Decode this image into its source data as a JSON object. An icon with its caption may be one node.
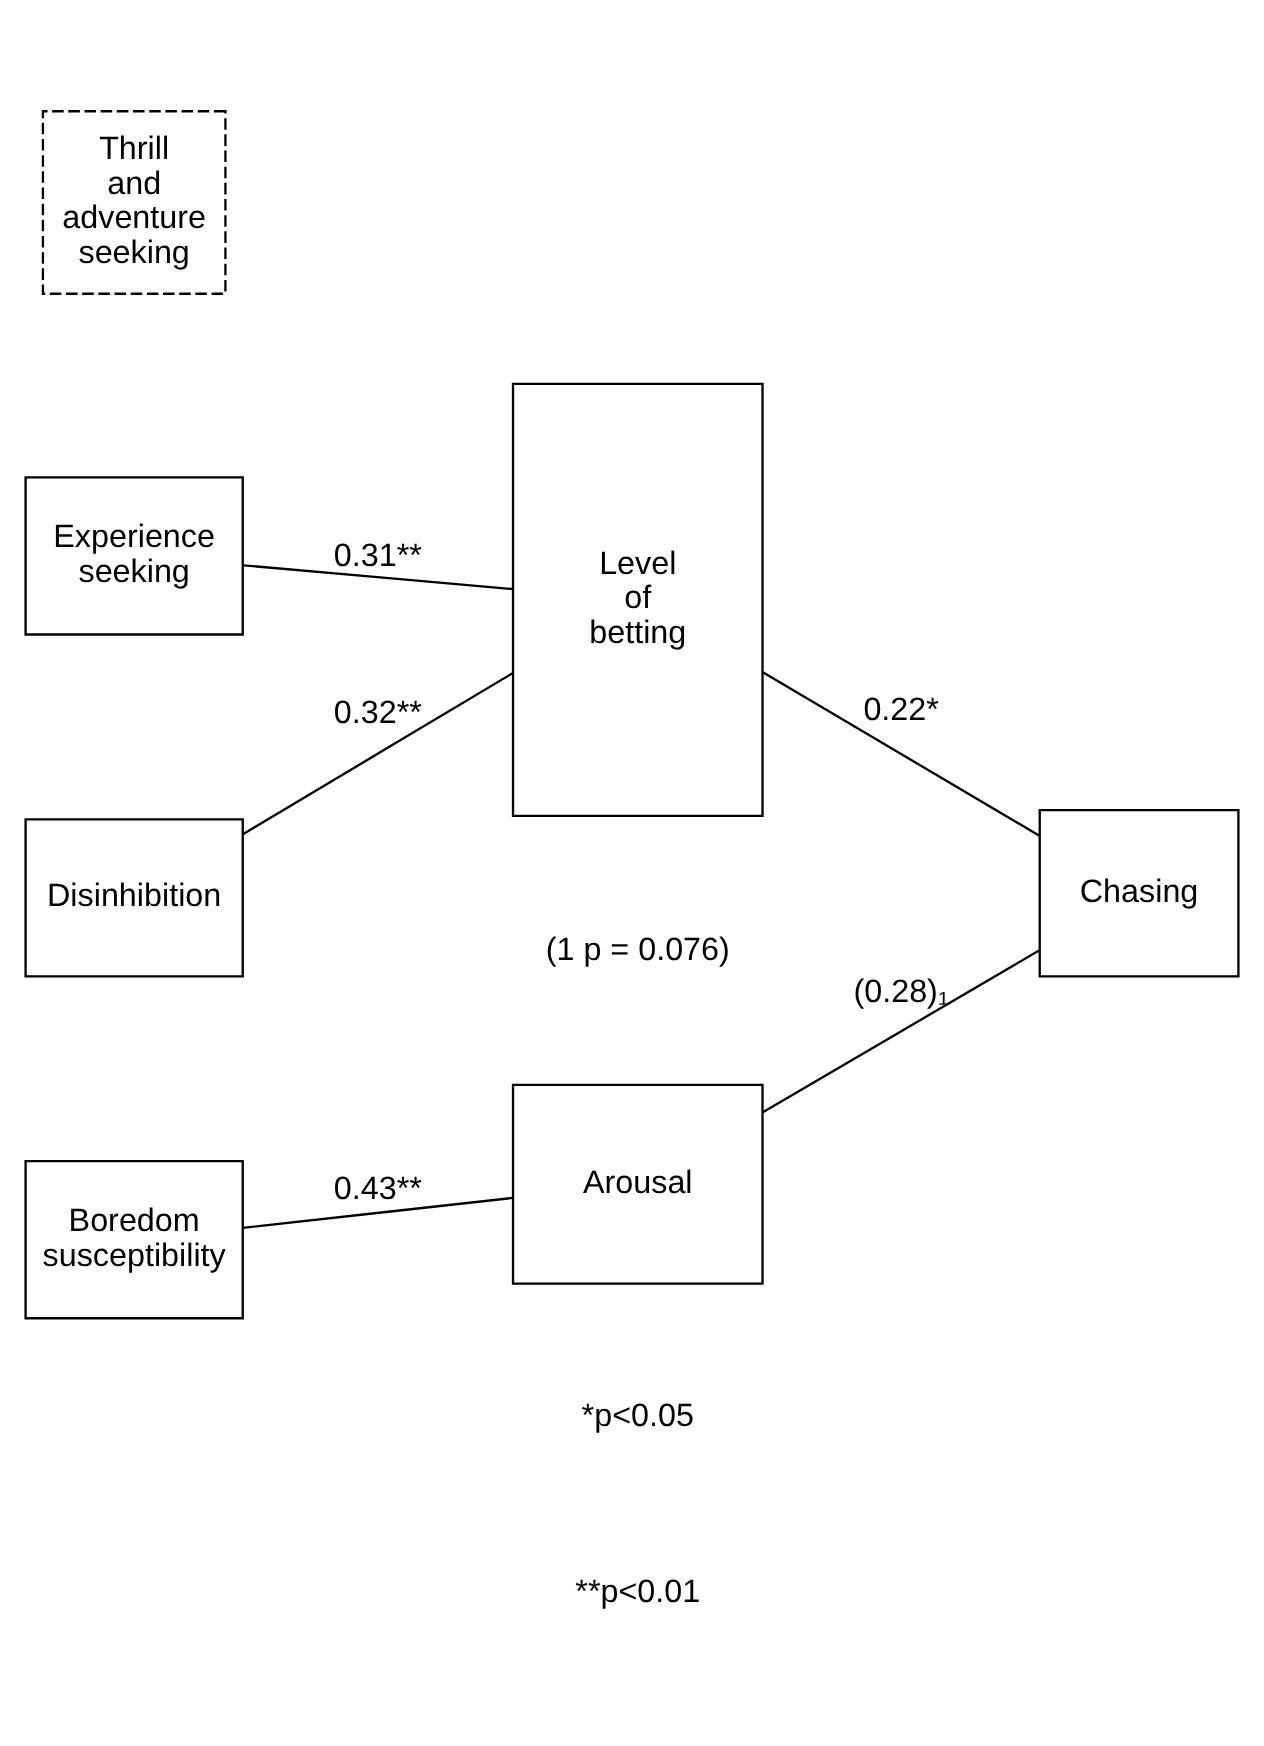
{
  "diagram": {
    "nodes": [
      {
        "text": [
          "Thrill and adventure seeking"
        ]
      },
      {
        "text": [
          "Experience seeking"
        ]
      },
      {
        "text": [
          "Disinhibition"
        ]
      },
      {
        "text": [
          "Level of betting"
        ]
      },
      {
        "text": [
          "Chasing"
        ]
      },
      {
        "text": [
          "Boredom susceptibility"
        ]
      },
      {
        "text": [
          "Arousal"
        ]
      }
    ],
    "edges": [
      {
        "from": 1,
        "to": 3,
        "arrow": "none",
        "label": "0.31**"
      },
      {
        "from": 2,
        "to": 3,
        "arrow": "none",
        "label": "0.32**"
      },
      {
        "from": 3,
        "to": 4,
        "arrow": "none",
        "label": "0.22*"
      },
      {
        "from": 5,
        "to": 6,
        "arrow": "none",
        "label": "0.43**"
      },
      {
        "from": 6,
        "to": 4,
        "arrow": "none",
        "label": "(0.28)₁"
      }
    ],
    "labels": [
      "*p<0.05",
      "**p<0.01",
      "(1 p = 0.076)"
    ]
  }
}
